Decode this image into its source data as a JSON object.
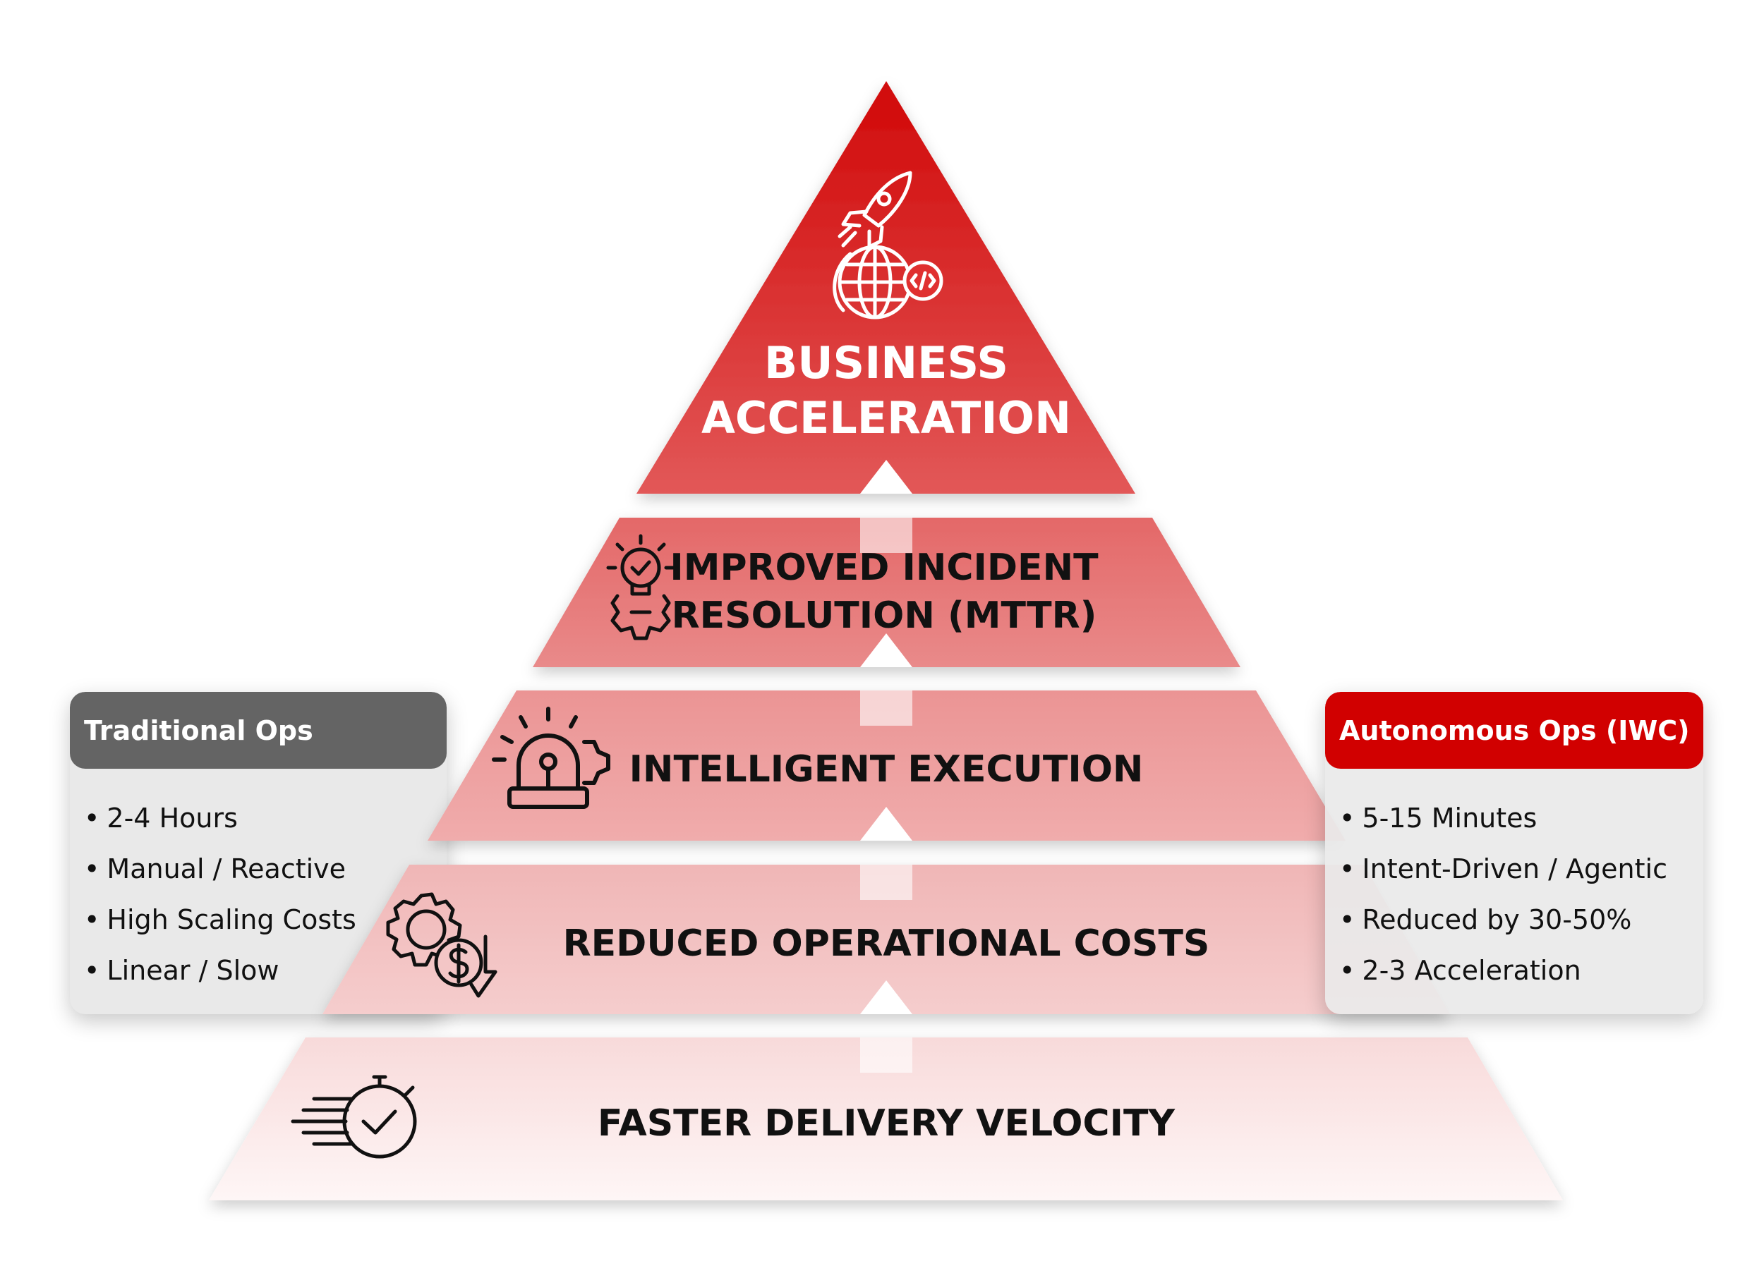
{
  "pyramid": {
    "levels": [
      {
        "line1": "BUSINESS",
        "line2": "ACCELERATION",
        "icon": "rocket-globe-icon"
      },
      {
        "line1": "IMPROVED INCIDENT",
        "line2": "RESOLUTION (MTTR)",
        "icon": "lightbulb-gear-icon"
      },
      {
        "line1": "INTELLIGENT EXECUTION",
        "icon": "alarm-light-gear-icon"
      },
      {
        "line1": "REDUCED OPERATIONAL COSTS",
        "icon": "gear-dollar-down-icon"
      },
      {
        "line1": "FASTER DELIVERY VELOCITY",
        "icon": "stopwatch-check-icon"
      }
    ]
  },
  "traditional": {
    "title": "Traditional Ops",
    "items": [
      "2-4 Hours",
      "Manual / Reactive",
      "High Scaling Costs",
      "Linear / Slow"
    ]
  },
  "autonomous": {
    "title": "Autonomous Ops (IWC)",
    "items": [
      "5-15 Minutes",
      "Intent-Driven / Agentic",
      "Reduced by 30-50%",
      "2-3 Acceleration"
    ]
  },
  "colors": {
    "accent": "#d10000",
    "gray": "#646464"
  }
}
